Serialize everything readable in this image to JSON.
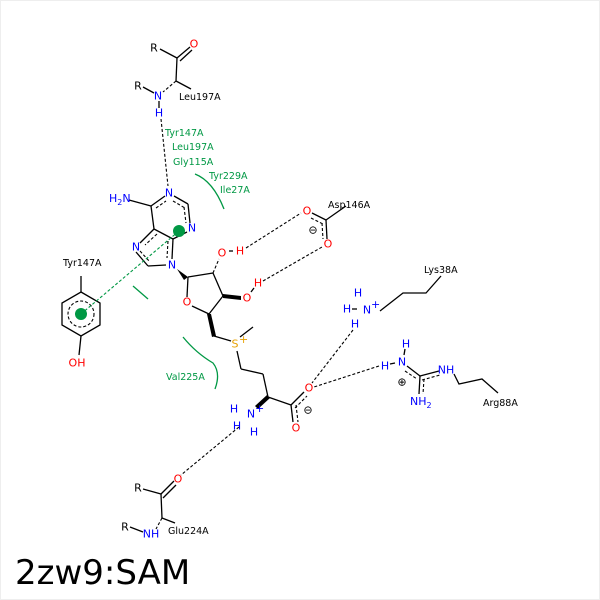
{
  "title": "2zw9:SAM",
  "atoms": {
    "R": "R",
    "O": "O",
    "N": "N",
    "H": "H",
    "S": "S",
    "NH": "NH",
    "NH2": "NH",
    "sub2": "2",
    "H2N": "H",
    "plus": "+",
    "minus": "⊖",
    "plus_circ": "⊕",
    "OH": "OH"
  },
  "residues": {
    "leu197_top": "Leu197A",
    "asp146": "Asp146A",
    "lys38": "Lys38A",
    "arg88": "Arg88A",
    "tyr147_ring": "Tyr147A",
    "glu224": "Glu224A"
  },
  "hydrophobic": [
    "Tyr147A",
    "Leu197A",
    "Gly115A",
    "Tyr229A",
    "Ile27A",
    "Val225A"
  ],
  "colors": {
    "hydrophobic": "#009844",
    "nitrogen": "#0000ff",
    "oxygen": "#ff0000",
    "sulfur": "#e6a000"
  }
}
